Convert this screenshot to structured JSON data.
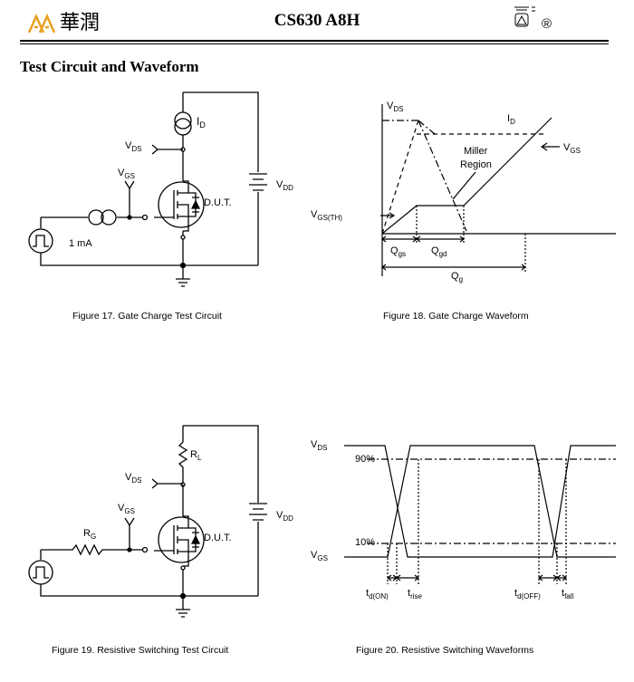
{
  "header": {
    "company_mark": "華潤",
    "doc_title": "CS630 A8H",
    "reg_mark": "®"
  },
  "section_title": "Test Circuit and Waveform",
  "figures": {
    "fig17": {
      "caption": "Figure 17. Gate Charge Test Circuit",
      "labels": {
        "id": "I",
        "id_sub": "D",
        "vds": "V",
        "vds_sub": "DS",
        "vgs": "V",
        "vgs_sub": "GS",
        "vdd": "V",
        "vdd_sub": "DD",
        "dut": "D.U.T.",
        "current": "1 mA"
      }
    },
    "fig18": {
      "caption": "Figure 18. Gate Charge Waveform",
      "labels": {
        "vds": "V",
        "vds_sub": "DS",
        "id": "I",
        "id_sub": "D",
        "miller1": "Miller",
        "miller2": "Region",
        "vgs": "V",
        "vgs_sub": "GS",
        "vgsth": "V",
        "vgsth_sub": "GS(TH)",
        "qgs": "Q",
        "qgs_sub": "gs",
        "qgd": "Q",
        "qgd_sub": "gd",
        "qg": "Q",
        "qg_sub": "g"
      }
    },
    "fig19": {
      "caption": "Figure 19. Resistive Switching Test Circuit",
      "labels": {
        "rl": "R",
        "rl_sub": "L",
        "vds": "V",
        "vds_sub": "DS",
        "vgs": "V",
        "vgs_sub": "GS",
        "rg": "R",
        "rg_sub": "G",
        "vdd": "V",
        "vdd_sub": "DD",
        "dut": "D.U.T."
      }
    },
    "fig20": {
      "caption": "Figure 20. Resistive Switching Waveforms",
      "labels": {
        "vds": "V",
        "vds_sub": "DS",
        "vgs": "V",
        "vgs_sub": "GS",
        "p90": "90%",
        "p10": "10%",
        "tdon": "t",
        "tdon_sub": "d(ON)",
        "trise": "t",
        "trise_sub": "rise",
        "tdoff": "t",
        "tdoff_sub": "d(OFF)",
        "tfall": "t",
        "tfall_sub": "fall"
      }
    }
  }
}
